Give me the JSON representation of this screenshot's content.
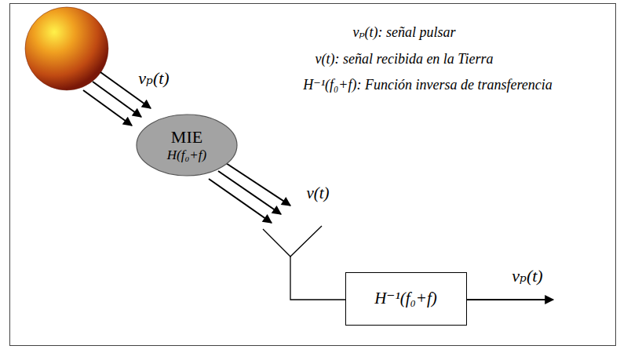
{
  "diagram": {
    "nodes": [
      {
        "text": [
          "MIE",
          "H(f₀+f)"
        ]
      },
      {
        "text": [
          "H⁻¹(f₀+f)"
        ]
      }
    ],
    "labels": [
      "vₚ(t): señal pulsar",
      "v(t): señal recibida en la Tierra",
      "H⁻¹(f₀+f): Función inversa de transferencia",
      "vₚ(t)",
      "v(t)",
      "vₚ(t)"
    ]
  }
}
